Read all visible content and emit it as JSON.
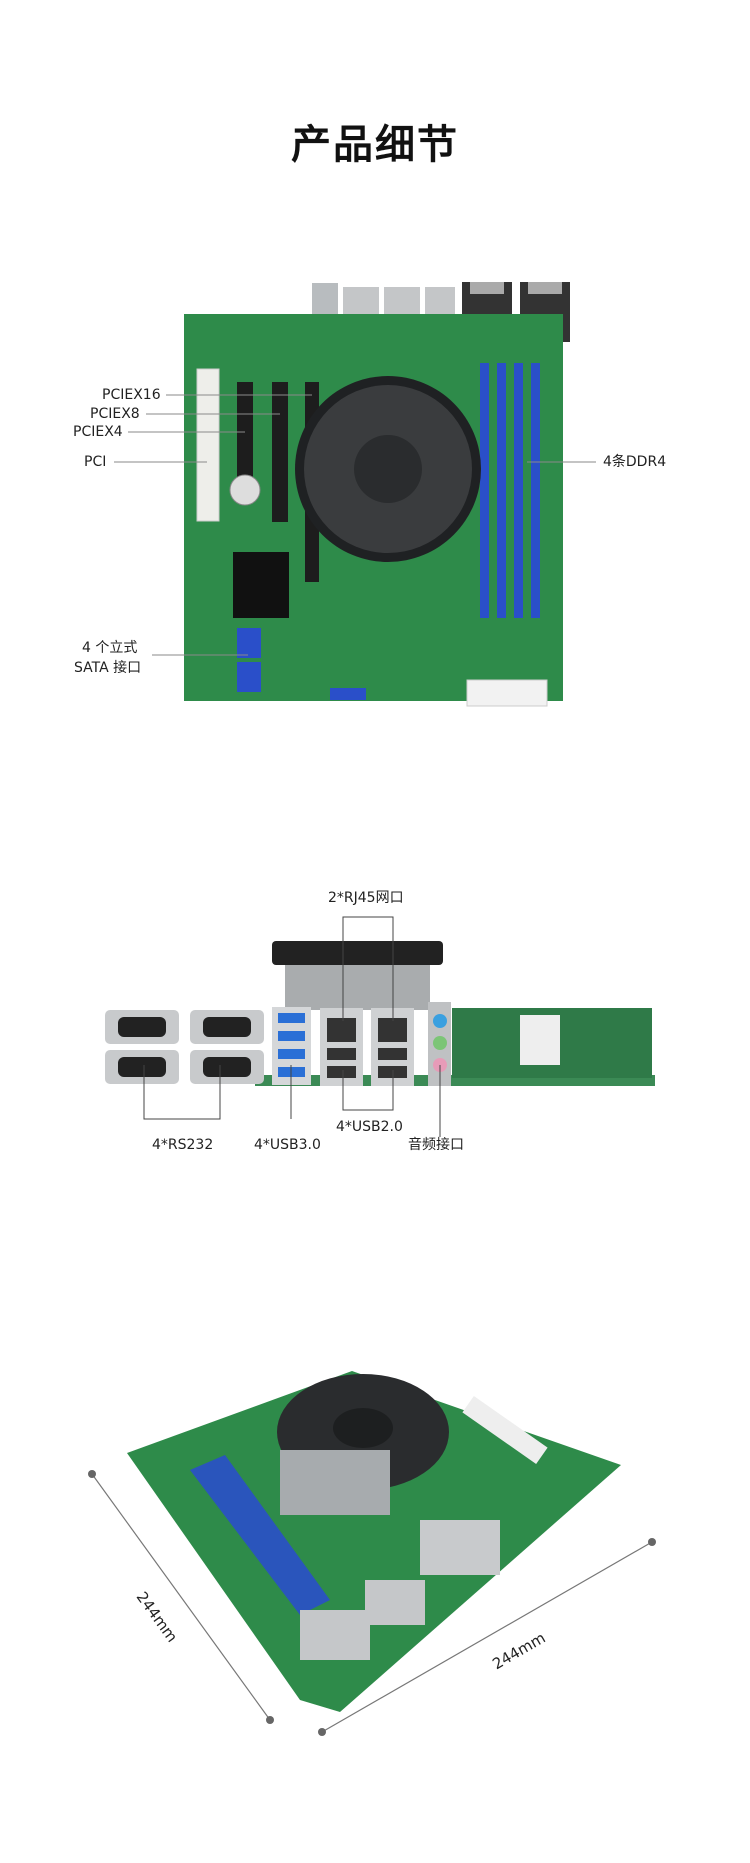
{
  "page_title": "产品细节",
  "top_view": {
    "labels": {
      "pciex16": "PCIEX16",
      "pciex8": "PCIEX8",
      "pciex4": "PCIEX4",
      "pci": "PCI",
      "ddr4": "4条DDR4",
      "sata_line1": "4 个立式",
      "sata_line2": "SATA 接口"
    }
  },
  "io_view": {
    "labels": {
      "rj45": "2*RJ45网口",
      "rs232": "4*RS232",
      "usb3": "4*USB3.0",
      "usb2": "4*USB2.0",
      "audio": "音频接口"
    }
  },
  "dimension_view": {
    "width": "244mm",
    "depth": "244mm"
  },
  "colors": {
    "pcb": "#2e8b4a",
    "dimm": "#2a4fc9",
    "fan": "#2b2d2f",
    "leader": "#8a8a8a"
  }
}
